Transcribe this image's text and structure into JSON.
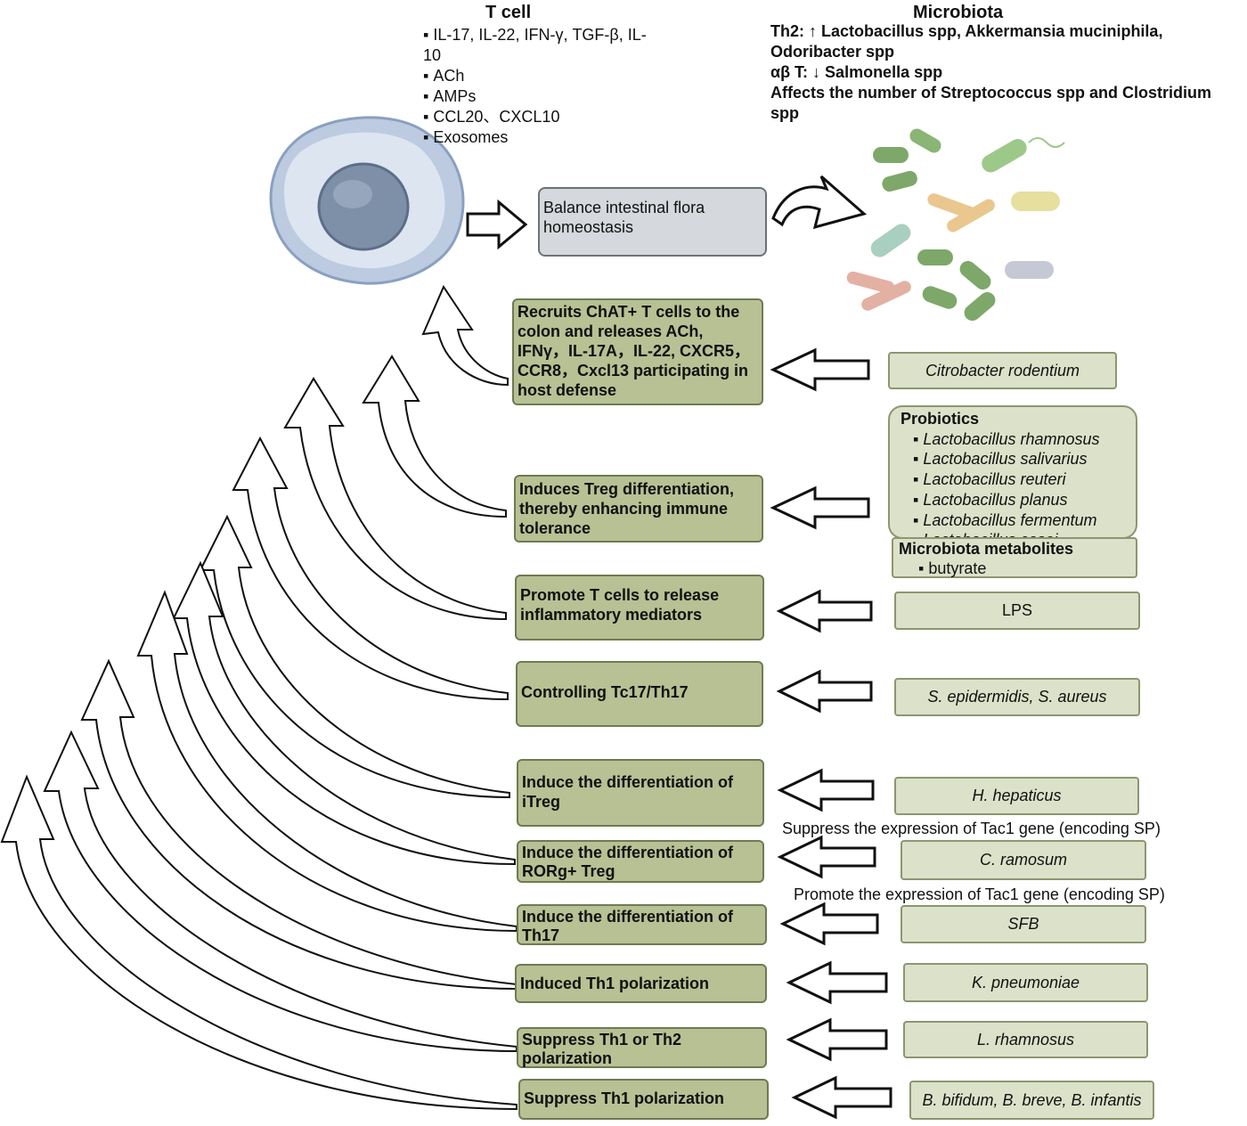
{
  "tcell": {
    "title": "T cell",
    "items": [
      "IL-17, IL-22, IFN-γ, TGF-β, IL-10",
      "ACh",
      "AMPs",
      "CCL20、CXCL10",
      "Exosomes"
    ]
  },
  "microbiota": {
    "title": "Microbiota",
    "lines": [
      "Th2: ↑ Lactobacillus spp, Akkermansia muciniphila, Odoribacter spp",
      "αβ T: ↓ Salmonella spp",
      "Affects the number of Streptococcus spp and Clostridium spp"
    ]
  },
  "balance": "Balance intestinal flora homeostasis",
  "effects": [
    "Recruits ChAT+ T cells to the colon and releases ACh, IFNγ，IL-17A，IL-22, CXCR5，CCR8，Cxcl13 participating in host defense",
    "Induces Treg differentiation, thereby enhancing immune tolerance",
    "Promote T cells to release inflammatory mediators",
    "Controlling Tc17/Th17",
    "Induce the differentiation of iTreg",
    "Induce the differentiation of RORg+ Treg",
    "Induce the differentiation of Th17",
    "Induced Th1 polarization",
    "Suppress Th1 or Th2 polarization",
    "Suppress Th1 polarization"
  ],
  "sources": {
    "citrobacter": "Citrobacter rodentium",
    "lps": "LPS",
    "staph": "S. epidermidis, S. aureus",
    "hhep": "H. hepaticus",
    "cram": "C. ramosum",
    "sfb": "SFB",
    "kpn": "K. pneumoniae",
    "lrh": "L. rhamnosus",
    "bif": "B. bifidum, B. breve, B. infantis"
  },
  "probiotics": {
    "title": "Probiotics",
    "items": [
      "Lactobacillus rhamnosus",
      "Lactobacillus salivarius",
      "Lactobacillus reuteri",
      "Lactobacillus planus",
      "Lactobacillus fermentum",
      "Lactobacillus casei"
    ]
  },
  "metabolites": {
    "title": "Microbiota metabolites",
    "items": [
      "butyrate"
    ]
  },
  "notes": {
    "suppress": "Suppress the expression of Tac1 gene (encoding SP)",
    "promote": "Promote the expression of Tac1 gene (encoding SP)"
  },
  "colors": {
    "effect_fill": "#b7c193",
    "source_fill": "#dbe2c9",
    "balance_fill": "#d5d8dc"
  }
}
